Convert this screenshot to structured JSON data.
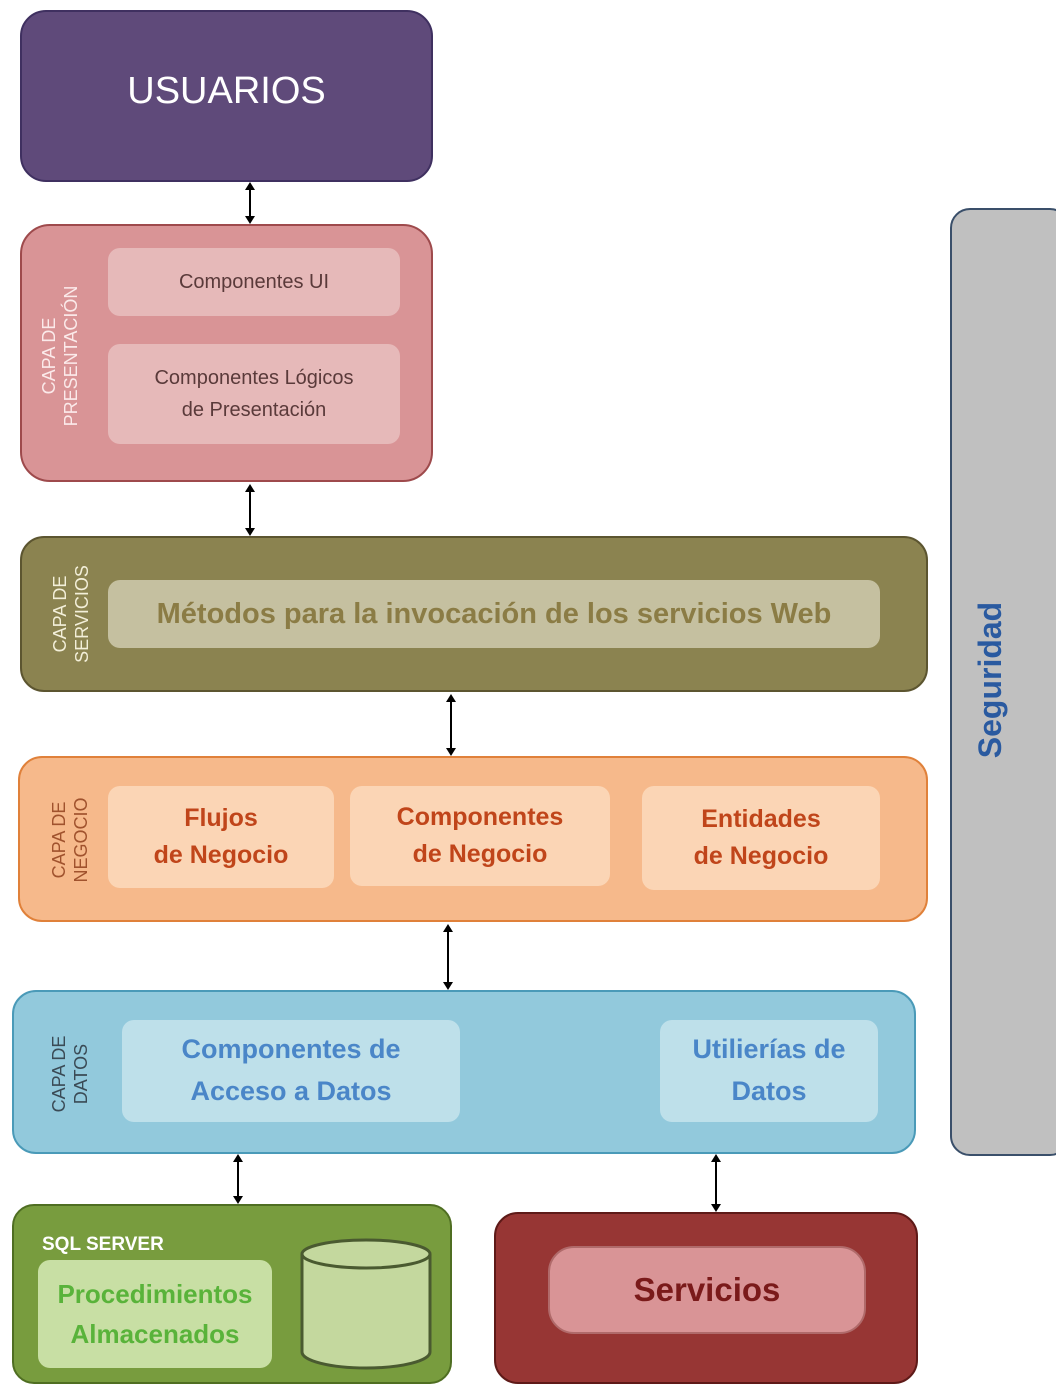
{
  "usuarios": {
    "label": "USUARIOS"
  },
  "presentacion": {
    "side_line1": "CAPA DE",
    "side_line2": "PRESENTACIÓN",
    "item1": "Componentes UI",
    "item2_line1": "Componentes Lógicos",
    "item2_line2": "de Presentación"
  },
  "servicios_layer": {
    "side_line1": "CAPA DE",
    "side_line2": "SERVICIOS",
    "item": "Métodos para la invocación de los servicios Web"
  },
  "negocio": {
    "side_line1": "CAPA DE",
    "side_line2": "NEGOCIO",
    "item1_line1": "Flujos",
    "item1_line2": "de Negocio",
    "item2_line1": "Componentes",
    "item2_line2": "de Negocio",
    "item3_line1": "Entidades",
    "item3_line2": "de Negocio"
  },
  "datos": {
    "side_line1": "CAPA DE",
    "side_line2": "DATOS",
    "item1_line1": "Componentes de",
    "item1_line2": "Acceso a Datos",
    "item2_line1": "Utilierías de",
    "item2_line2": "Datos"
  },
  "sql": {
    "title": "SQL SERVER",
    "item_line1": "Procedimientos",
    "item_line2": "Almacenados"
  },
  "servicios_ext": {
    "label": "Servicios"
  },
  "seguridad": {
    "label": "Seguridad"
  },
  "colors": {
    "usuarios": "#5f4a7a",
    "presentacion": "#d99496",
    "servicios": "#8b8350",
    "negocio": "#f6b98b",
    "datos": "#92c9dc",
    "sql": "#789c3e",
    "servicios_ext": "#973634",
    "seguridad": "#c0c0c0"
  }
}
